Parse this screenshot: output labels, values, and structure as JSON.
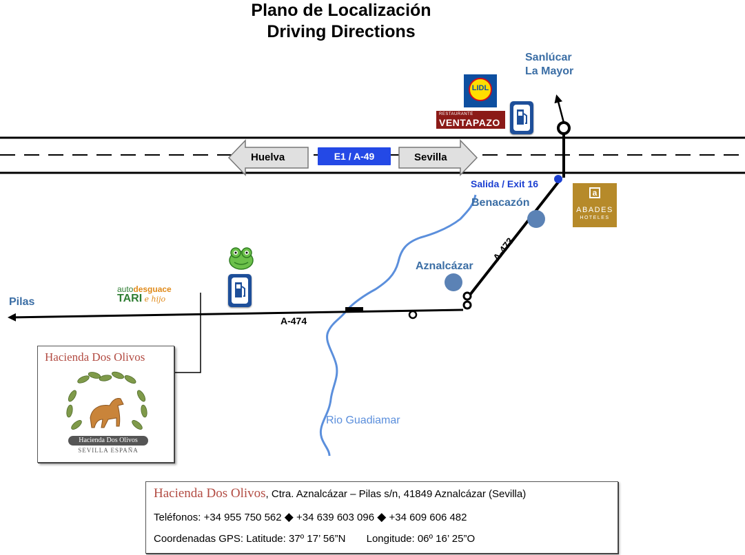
{
  "header": {
    "title_es": "Plano de Localización",
    "title_en": "Driving Directions"
  },
  "highway": {
    "west_label": "Huelva",
    "center_label": "E1 / A-49",
    "east_label": "Sevilla",
    "exit_label": "Salida / Exit 16"
  },
  "places": {
    "sanlucar_line1": "Sanlúcar",
    "sanlucar_line2": "La Mayor",
    "benacazon": "Benacazón",
    "aznalcazar": "Aznalcázar",
    "pilas": "Pilas"
  },
  "roads": {
    "a473": "A-473",
    "a474": "A-474"
  },
  "river": "Rio Guadiamar",
  "logos": {
    "lidl": "LIDL",
    "ventapazo_small": "RESTAURANTE",
    "ventapazo": "VENTAPAZO",
    "abades_line1": "ABADES",
    "abades_line2": "HOTELES",
    "tari_a": "auto",
    "tari_b": "desguace",
    "tari_c": "TARI",
    "tari_d": "e hijo"
  },
  "hacienda_card": {
    "title": "Hacienda Dos Olivos",
    "crest_name": "Hacienda Dos Olivos",
    "crest_place": "SEVILLA ESPAÑA"
  },
  "info": {
    "name": "Hacienda Dos Olivos",
    "address": ", Ctra. Aznalcázar – Pilas s/n, 41849 Aznalcázar (Sevilla)",
    "phones_label": "Teléfonos:",
    "phone1": "+34 955 750 562",
    "phone2": "+34 639 603 096",
    "phone3": "+34 609 606 482",
    "gps_label": "Coordenadas GPS:",
    "latitude": "Latitude: 37º 17’ 56”N",
    "longitude": "Longitude: 06º 16’ 25”O"
  },
  "colors": {
    "place_label": "#3b6ea5",
    "river": "#5b8fdc",
    "highway_badge": "#2449e6",
    "hacienda_red": "#b24b42",
    "abades_gold": "#b68a2a",
    "ventapazo_red": "#8b1a17",
    "fuel_blue": "#1e4f9a"
  },
  "icons": [
    "fuel-station-icon",
    "frog-icon",
    "roundabout-icon",
    "bridge-icon",
    "location-dot-icon",
    "horse-olive-crest-icon"
  ]
}
